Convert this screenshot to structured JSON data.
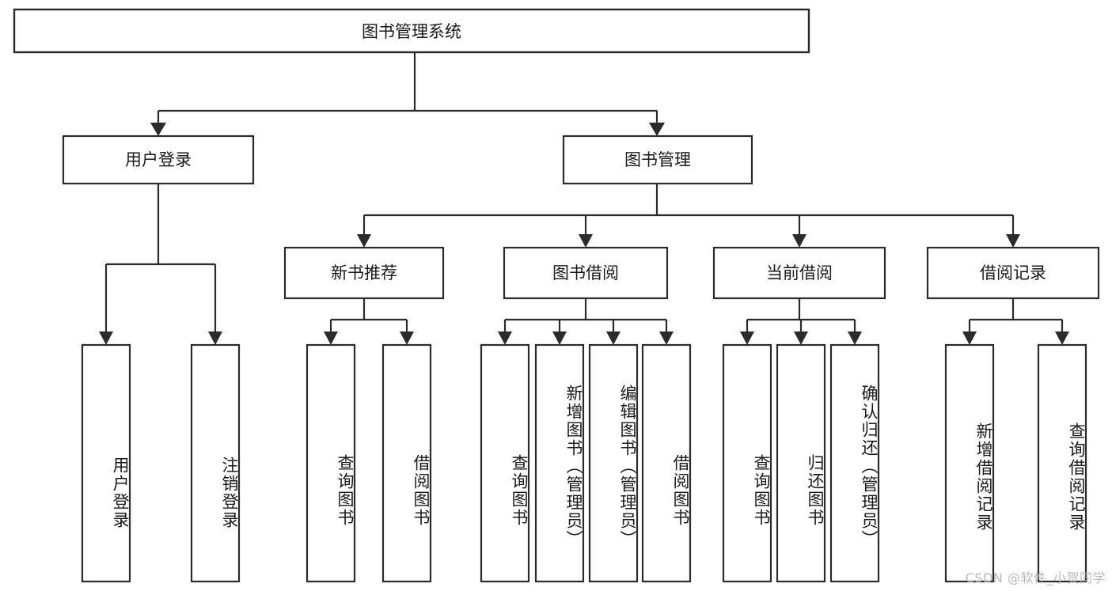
{
  "diagram": {
    "title": "图书管理系统",
    "type": "tree",
    "orientation": "top-down",
    "colors": {
      "background": "#ffffff",
      "box_fill": "#ffffff",
      "box_stroke": "#2b2b2b",
      "text": "#1a1a1a",
      "watermark": "#b9b9b9"
    },
    "root": {
      "label": "图书管理系统",
      "id": "root"
    },
    "level1": [
      {
        "id": "user-login",
        "label": "用户登录"
      },
      {
        "id": "book-management",
        "label": "图书管理"
      }
    ],
    "level2": [
      {
        "id": "new-book-recommend",
        "label": "新书推荐",
        "parent": "book-management"
      },
      {
        "id": "book-borrow",
        "label": "图书借阅",
        "parent": "book-management"
      },
      {
        "id": "current-borrow",
        "label": "当前借阅",
        "parent": "book-management"
      },
      {
        "id": "borrow-record",
        "label": "借阅记录",
        "parent": "book-management"
      }
    ],
    "leaves": [
      {
        "id": "leaf-user-login",
        "label": "用户登录",
        "parent": "user-login"
      },
      {
        "id": "leaf-logout-login",
        "label": "注销登录",
        "parent": "user-login"
      },
      {
        "id": "leaf-query-book-1",
        "label": "查询图书",
        "parent": "new-book-recommend"
      },
      {
        "id": "leaf-borrow-book-1",
        "label": "借阅图书",
        "parent": "new-book-recommend"
      },
      {
        "id": "leaf-query-book-2",
        "label": "查询图书",
        "parent": "book-borrow"
      },
      {
        "id": "leaf-add-book",
        "label": "新增图书（管理员）",
        "parent": "book-borrow"
      },
      {
        "id": "leaf-edit-book",
        "label": "编辑图书（管理员）",
        "parent": "book-borrow"
      },
      {
        "id": "leaf-borrow-book-2",
        "label": "借阅图书",
        "parent": "book-borrow"
      },
      {
        "id": "leaf-query-book-3",
        "label": "查询图书",
        "parent": "current-borrow"
      },
      {
        "id": "leaf-return-book",
        "label": "归还图书",
        "parent": "current-borrow"
      },
      {
        "id": "leaf-confirm-return",
        "label": "确认归还（管理员）",
        "parent": "current-borrow"
      },
      {
        "id": "leaf-add-record",
        "label": "新增借阅记录",
        "parent": "borrow-record"
      },
      {
        "id": "leaf-query-record",
        "label": "查询借阅记录",
        "parent": "borrow-record"
      }
    ]
  },
  "watermark": {
    "text": "CSDN @软件_小贺同学"
  }
}
